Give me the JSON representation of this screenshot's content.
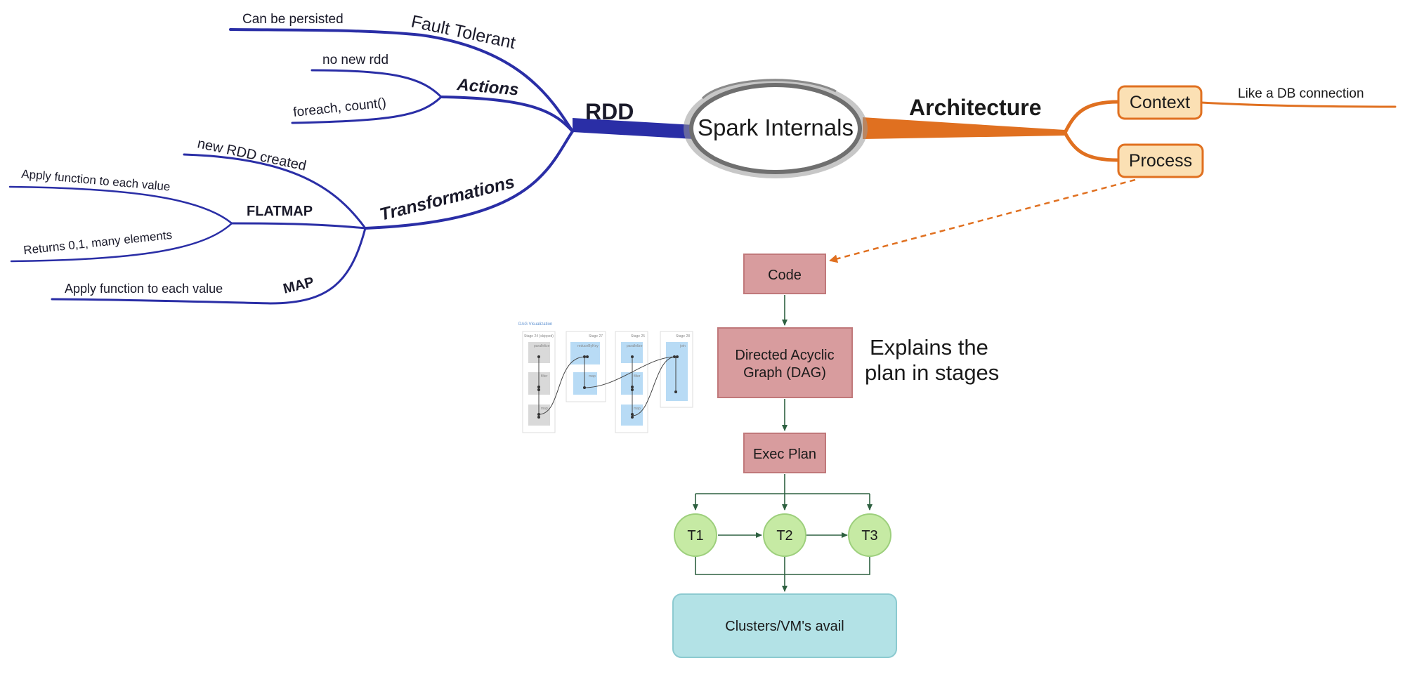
{
  "center": {
    "title": "Spark Internals"
  },
  "rdd": {
    "label": "RDD",
    "fault_tolerant": {
      "label": "Fault Tolerant",
      "detail": "Can be persisted"
    },
    "actions": {
      "label": "Actions",
      "items": [
        "no new rdd",
        "foreach, count()"
      ]
    },
    "transformations": {
      "label": "Transformations",
      "new_rdd": "new RDD created",
      "flatmap": {
        "label": "FLATMAP",
        "items": [
          "Apply function to each value",
          "Returns 0,1, many elements"
        ]
      },
      "map": {
        "label": "MAP",
        "detail": "Apply function to each value"
      }
    }
  },
  "architecture": {
    "label": "Architecture",
    "context": {
      "label": "Context",
      "detail": "Like a DB connection"
    },
    "process": {
      "label": "Process"
    }
  },
  "flow": {
    "code": "Code",
    "dag": "Directed Acyclic Graph (DAG)",
    "dag_lines": [
      "Directed Acyclic",
      "Graph (DAG)"
    ],
    "dag_note_lines": [
      "Explains the",
      "plan in stages"
    ],
    "exec_plan": "Exec Plan",
    "tasks": [
      "T1",
      "T2",
      "T3"
    ],
    "clusters": "Clusters/VM's avail"
  },
  "dag_thumbnail": {
    "title": "DAG Visualization",
    "stages": [
      "Stage 24 (skipped)",
      "Stage 27",
      "Stage 25",
      "Stage 28"
    ],
    "ops": [
      "parallelize",
      "filter",
      "map",
      "reduceByKey",
      "map",
      "parallelize",
      "filter",
      "map",
      "join"
    ]
  },
  "colors": {
    "rdd_branch": "#2a2ea6",
    "architecture_branch": "#e07020",
    "flow_box": "#d89c9e",
    "flow_box_border": "#c0787a",
    "task_circle": "#c6eaa4",
    "cluster_box": "#b3e2e6",
    "arrow": "#2e6040",
    "context_box": "#fbe0b4"
  }
}
